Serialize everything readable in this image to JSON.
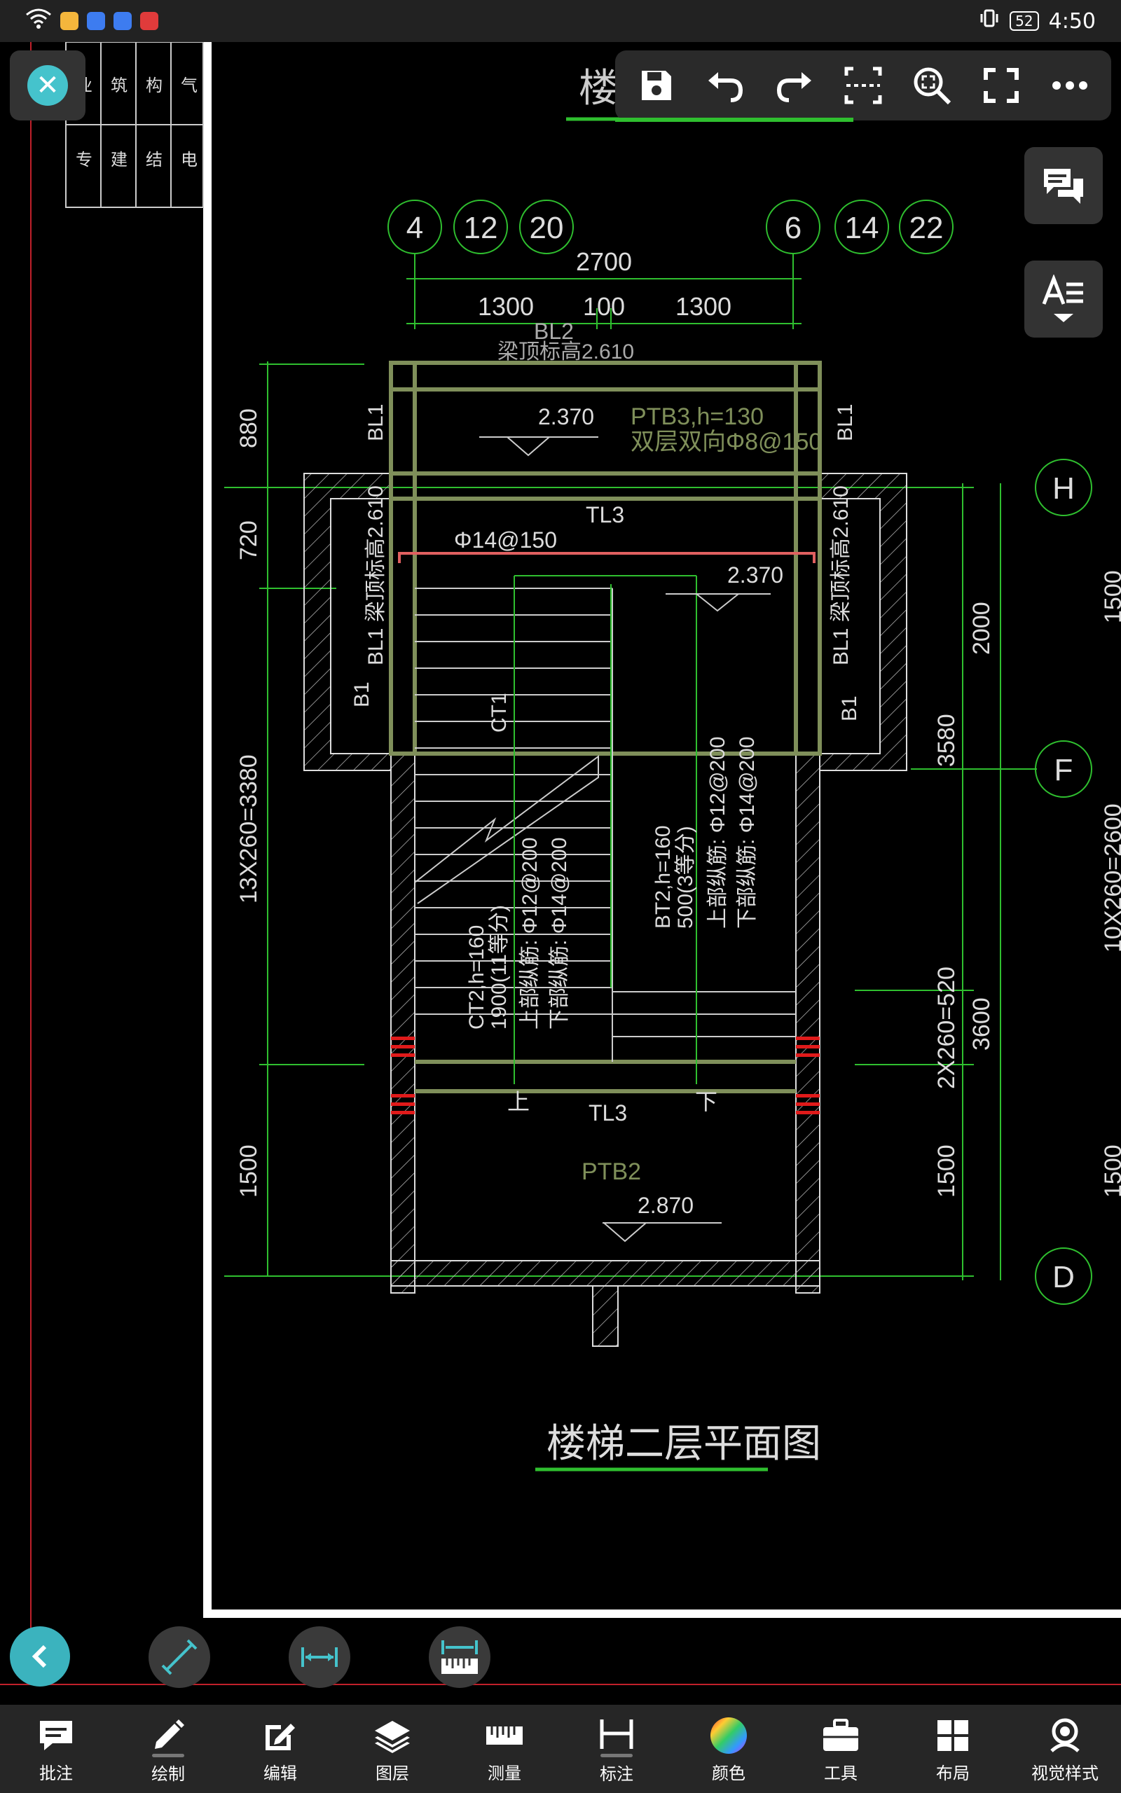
{
  "status": {
    "time": "4:50",
    "battery": "52"
  },
  "drawing": {
    "title": "楼梯二层平面图",
    "title_top": "楼梯",
    "sheet_cells": [
      "专",
      "建",
      "结",
      "电",
      "业",
      "筑",
      "构",
      "气"
    ],
    "axes_top": [
      "4",
      "12",
      "20",
      "6",
      "14",
      "22"
    ],
    "axes_right": [
      "H",
      "F",
      "D"
    ],
    "dims": {
      "top_total": "2700",
      "top_seg1": "1300",
      "top_seg2": "100",
      "top_seg3": "1300",
      "left_880": "880",
      "left_720": "720",
      "left_13x": "13X260=3380",
      "left_1500": "1500",
      "right_2000": "2000",
      "right_3580": "3580",
      "right_2x": "2X260=520",
      "right_3600": "3600",
      "right_1500": "1500",
      "far_1500a": "1500",
      "far_10x": "10X260=2600",
      "far_1500b": "1500"
    },
    "labels": {
      "bl2": "BL2",
      "beam_top": "梁顶标高2.610",
      "bl1_left": "BL1",
      "bl1_right": "BL1",
      "elev_2370a": "2.370",
      "ptb3": "PTB3,h=130",
      "ptb3_rebar": "双层双向Φ8@150",
      "tl3_top": "TL3",
      "rebar_top": "Φ14@150",
      "elev_2370b": "2.370",
      "bl1_side_left": "BL1 梁顶标高2.610",
      "bl1_side_right": "BL1 梁顶标高2.610",
      "b1_left": "B1",
      "b1_right": "B1",
      "ct1": "CT1",
      "ct2_a": "CT2,h=160",
      "ct2_b": "1900(11等分)",
      "ct2_c": "上部纵筋: Φ12@200",
      "ct2_d": "下部纵筋: Φ14@200",
      "bt2_a": "BT2,h=160",
      "bt2_b": "500(3等分)",
      "bt2_c": "上部纵筋: Φ12@200",
      "bt2_d": "下部纵筋: Φ14@200",
      "up": "上",
      "down": "下",
      "tl3_bottom": "TL3",
      "ptb2": "PTB2",
      "elev_2870": "2.870"
    }
  },
  "toolbar": {
    "icons": [
      "save-icon",
      "undo-icon",
      "redo-icon",
      "select-area-icon",
      "zoom-fit-icon",
      "fullscreen-icon",
      "more-icon"
    ]
  },
  "bottom_nav": [
    {
      "label": "批注",
      "icon": "annotate-icon"
    },
    {
      "label": "绘制",
      "icon": "draw-icon"
    },
    {
      "label": "编辑",
      "icon": "edit-icon"
    },
    {
      "label": "图层",
      "icon": "layers-icon"
    },
    {
      "label": "测量",
      "icon": "measure-icon"
    },
    {
      "label": "标注",
      "icon": "dimension-icon"
    },
    {
      "label": "颜色",
      "icon": "color-wheel-icon"
    },
    {
      "label": "工具",
      "icon": "toolbox-icon"
    },
    {
      "label": "布局",
      "icon": "layout-icon"
    },
    {
      "label": "视觉样式",
      "icon": "visual-style-icon"
    }
  ],
  "colors": {
    "accent": "#45c3cc",
    "cad_green": "#2fbf2f",
    "cad_olive": "#7f8f5a"
  }
}
